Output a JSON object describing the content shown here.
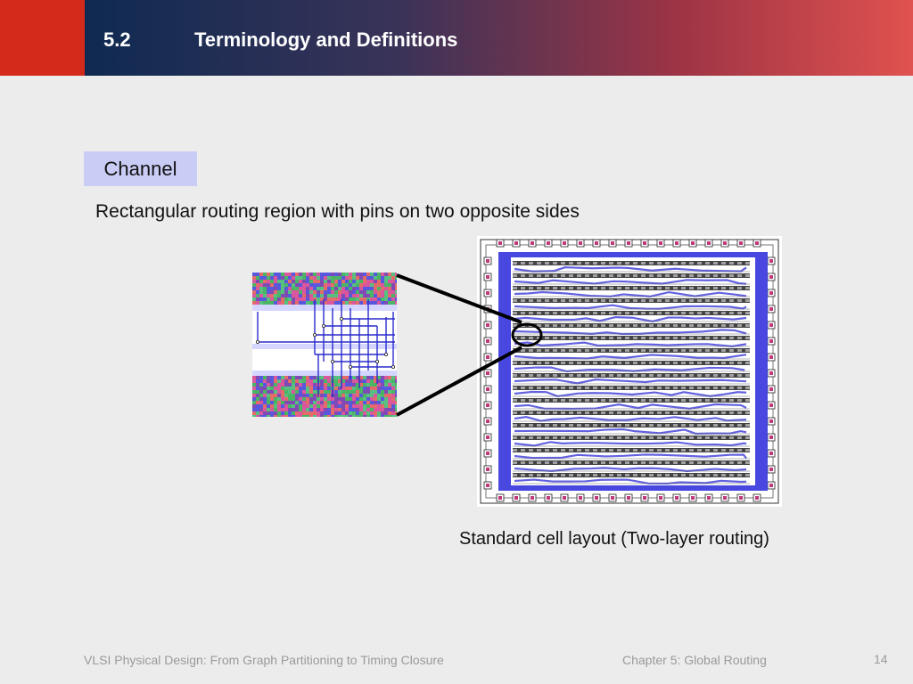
{
  "header": {
    "section_number": "5.2",
    "section_title": "Terminology and Definitions"
  },
  "term": {
    "label": "Channel",
    "definition": "Rectangular routing region with pins on two opposite sides"
  },
  "figure": {
    "caption": "Standard cell layout (Two-layer routing)"
  },
  "footer": {
    "book_title": "VLSI Physical Design: From Graph Partitioning to Timing Closure",
    "chapter": "Chapter 5: Global Routing",
    "page_number": "14"
  },
  "colors": {
    "accent_red": "#d42a1c",
    "header_dark": "#0f2a52",
    "term_box": "#c9ccf5",
    "metal_blue": "#3b3bd8"
  }
}
